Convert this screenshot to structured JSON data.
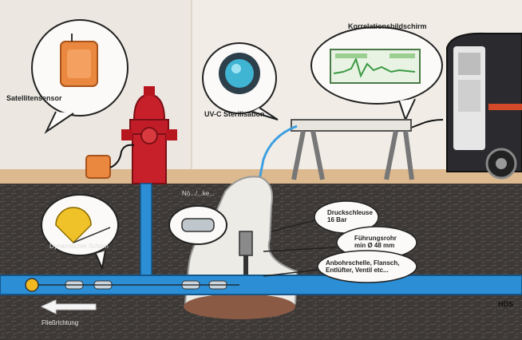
{
  "labels": {
    "satellite": "Satellitensensor",
    "uvc": "UV-C Sterilisation",
    "correlation": "Korrelationsbildschirm",
    "hydrant_tag": "Nö.../...ke...",
    "dynamic_screen": "Dynamischer Schirm",
    "druck_line1": "Druckschleuse",
    "druck_line2": "16 Bar",
    "fuehrung_line1": "Führungsrohr",
    "fuehrung_line2": "min Ø 48 mm",
    "anbohr_line1": "Anbohrschelle, Flansch,",
    "anbohr_line2": "Entlüfter, Ventil etc...",
    "flow": "Fließrichtung",
    "signature": "HDS"
  },
  "colors": {
    "sky": "#f3f0ea",
    "ground": "#3b3735",
    "water_pipe": "#2c8fd6",
    "hydrant": "#c8202a",
    "sensor": "#e8873a",
    "cable": "#4aa7e0"
  }
}
